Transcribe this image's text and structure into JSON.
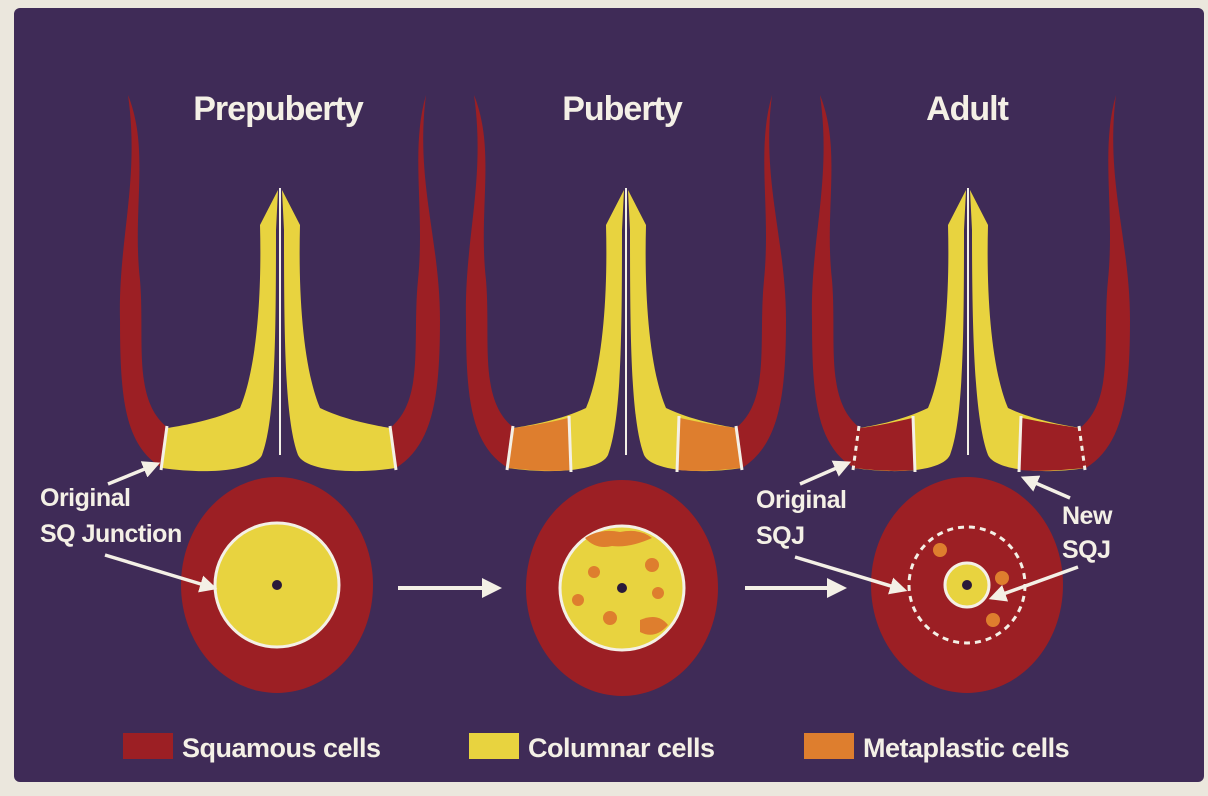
{
  "colors": {
    "background": "#3f2b57",
    "squamous": "#9c1f24",
    "columnar": "#e8d33f",
    "metaplastic": "#de7e2e",
    "line": "#f4f0e6"
  },
  "stages": [
    {
      "title": "Prepuberty"
    },
    {
      "title": "Puberty"
    },
    {
      "title": "Adult"
    }
  ],
  "labels": {
    "original_sq_junction": [
      "Original",
      "SQ Junction"
    ],
    "original_sqj": [
      "Original",
      "SQJ"
    ],
    "new_sqj": [
      "New",
      "SQJ"
    ]
  },
  "legend": [
    {
      "label": "Squamous cells",
      "color": "#9c1f24"
    },
    {
      "label": "Columnar cells",
      "color": "#e8d33f"
    },
    {
      "label": "Metaplastic cells",
      "color": "#de7e2e"
    }
  ]
}
